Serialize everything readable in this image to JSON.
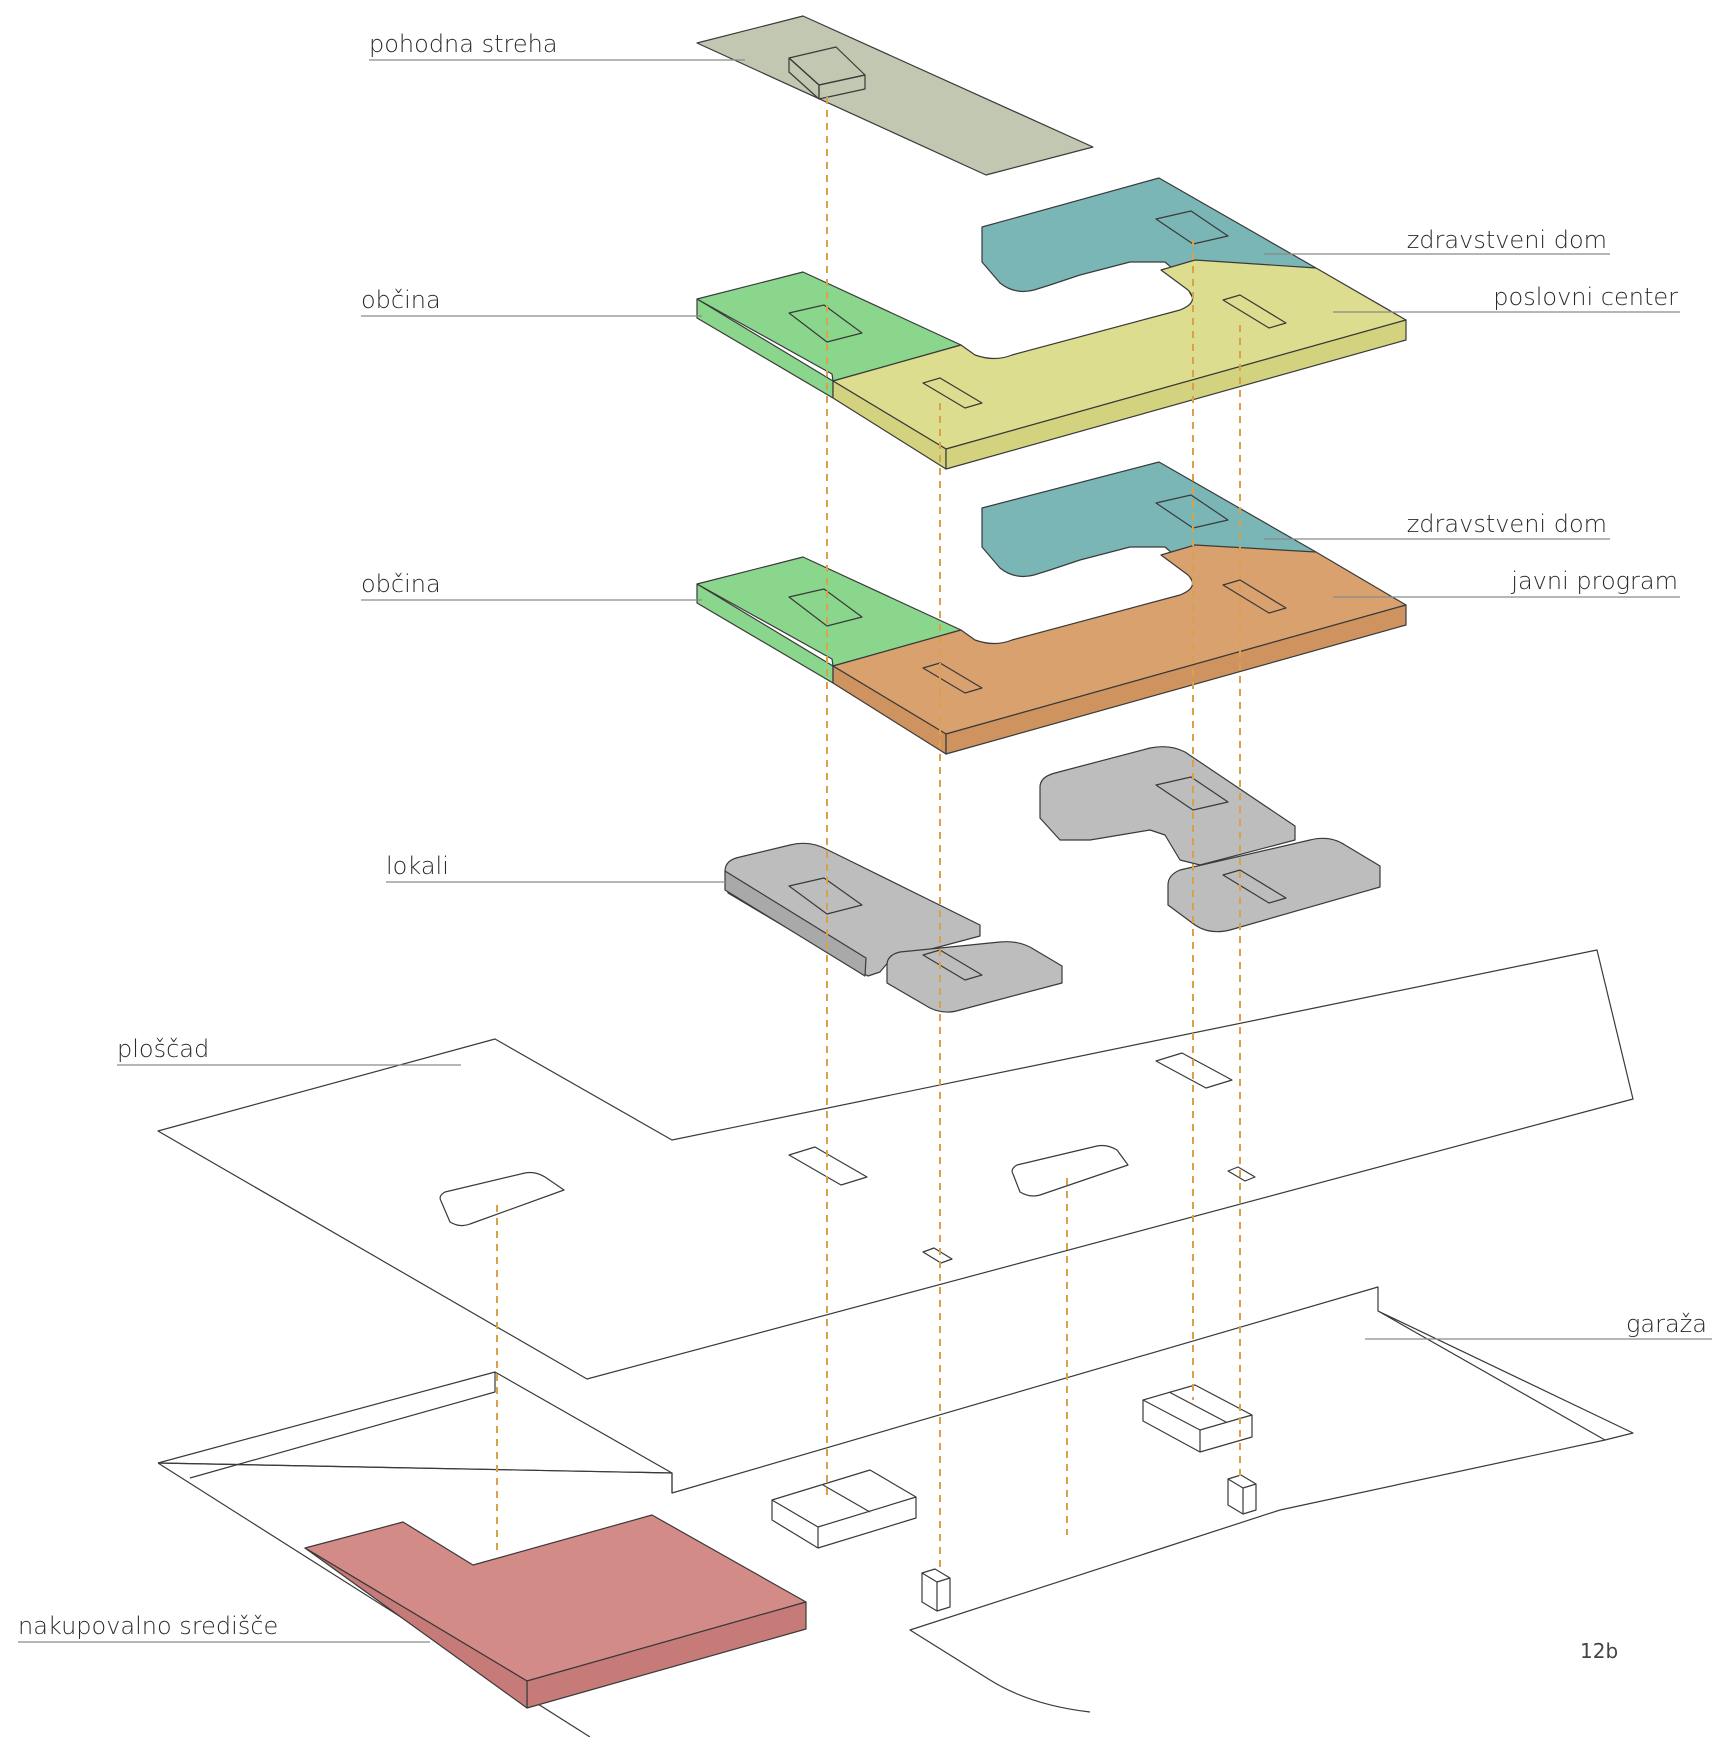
{
  "labels": {
    "roof": "pohodna streha",
    "health_upper": "zdravstveni dom",
    "municipality_upper": "občina",
    "business": "poslovni center",
    "health_lower": "zdravstveni dom",
    "municipality_lower": "občina",
    "public_program": "javni program",
    "shops": "lokali",
    "plaza": "ploščad",
    "garage": "garaža",
    "shopping": "nakupovalno središče"
  },
  "page_number": "12b",
  "colors": {
    "roof": "#c1c7b1",
    "health": "#7ab6b5",
    "municipality": "#8ad68c",
    "business": "#dcdd8f",
    "public_program": "#d8a16e",
    "shops": "#bdbdbd",
    "shopping": "#d38b88",
    "core_line": "#d9a14a"
  }
}
